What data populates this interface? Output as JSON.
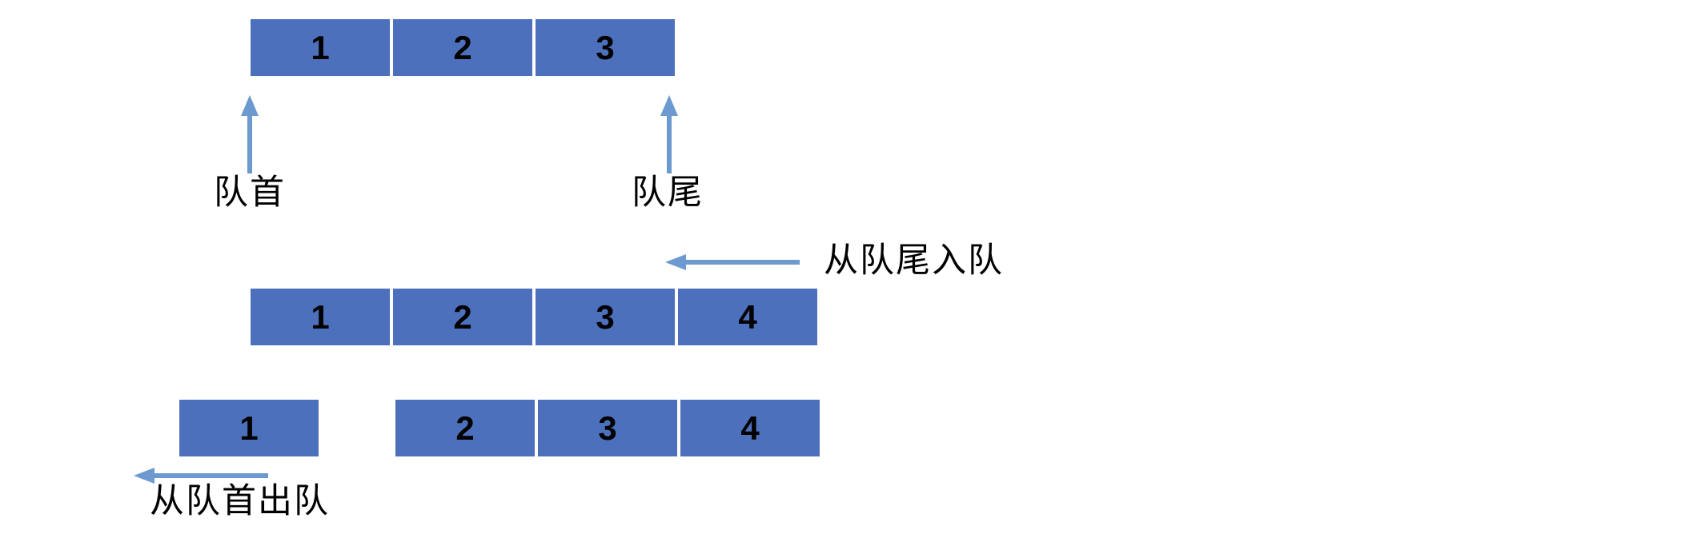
{
  "colors": {
    "background": "#FFFFFF",
    "cell_fill": "#4D70BD",
    "cell_text": "#FFFFFF",
    "arrow": "#6C99CF",
    "label_text": "#000000"
  },
  "initial_queue": {
    "cells": [
      "1",
      "2",
      "3"
    ],
    "front_label": "队首",
    "rear_label": "队尾"
  },
  "enqueue_step": {
    "label": "从队尾入队",
    "cells": [
      "1",
      "2",
      "3",
      "4"
    ]
  },
  "dequeue_step": {
    "label": "从队首出队",
    "dequeued_cells": [
      "1"
    ],
    "remaining_cells": [
      "2",
      "3",
      "4"
    ]
  }
}
